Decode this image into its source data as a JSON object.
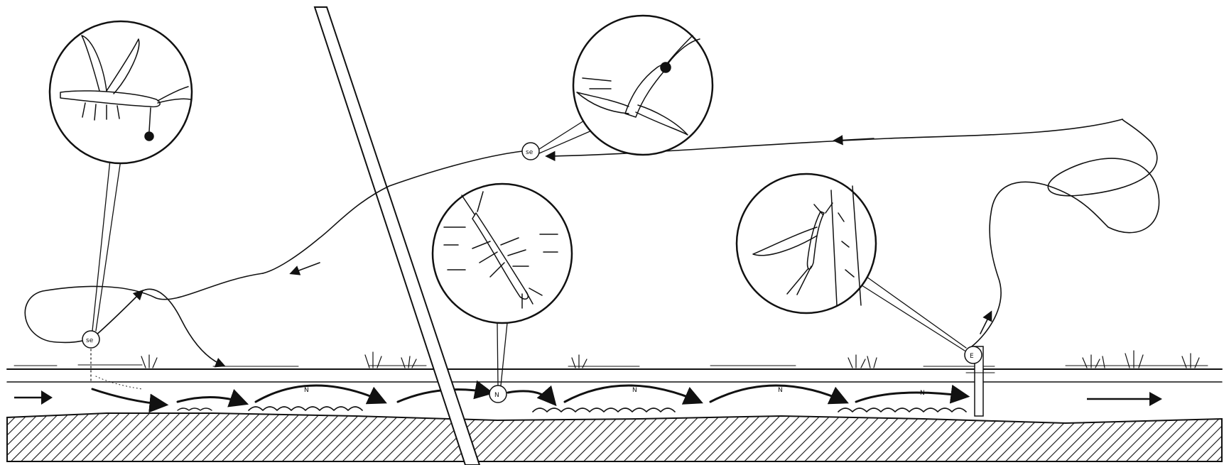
{
  "diagram": {
    "stages": [
      {
        "id": "spinner",
        "marker": "se"
      },
      {
        "id": "dun",
        "marker": "se"
      },
      {
        "id": "nymph",
        "marker": "N"
      },
      {
        "id": "emerger",
        "marker": "E"
      }
    ],
    "nymph_markers": [
      "N",
      "N",
      "N",
      "N"
    ],
    "colors": {
      "ink": "#111111",
      "paper": "#ffffff"
    }
  }
}
